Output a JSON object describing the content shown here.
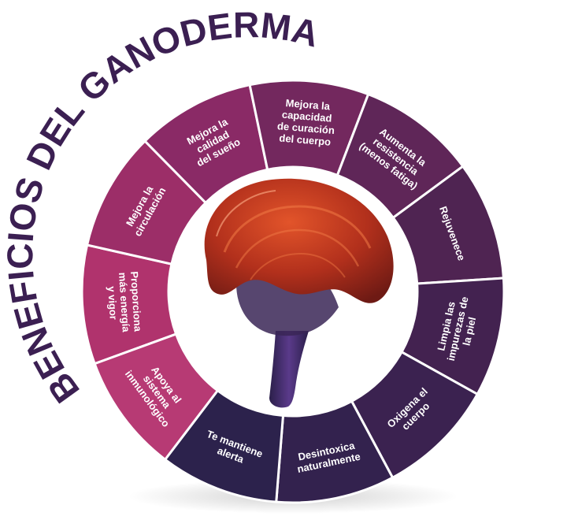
{
  "title": "BENEFICIOS DEL GANODERMA",
  "colors": {
    "title": "#3b1f52",
    "ring_inner": "#ffffff",
    "divider": "#ffffff"
  },
  "image": {
    "icon": "ganoderma-mushroom-icon"
  },
  "segments": [
    {
      "lines": [
        "Proporciona",
        "más energía",
        "y vigor"
      ],
      "color": "#b0336d"
    },
    {
      "lines": [
        "Mejora la",
        "circulación"
      ],
      "color": "#9c2e68"
    },
    {
      "lines": [
        "Mejora la",
        "calidad",
        "del sueño"
      ],
      "color": "#8a2a66"
    },
    {
      "lines": [
        "Mejora la",
        "capacidad",
        "de curación",
        "del cuerpo"
      ],
      "color": "#73285e"
    },
    {
      "lines": [
        "Aumenta la",
        "resistencia",
        "(menos fatiga)"
      ],
      "color": "#5f2658"
    },
    {
      "lines": [
        "Rejuvenece"
      ],
      "color": "#4f2452"
    },
    {
      "lines": [
        "Limpia las",
        "impurezas de",
        "la piel"
      ],
      "color": "#432250"
    },
    {
      "lines": [
        "Oxigena el",
        "cuerpo"
      ],
      "color": "#3b2250"
    },
    {
      "lines": [
        "Desintoxica",
        "naturalmente"
      ],
      "color": "#33224e"
    },
    {
      "lines": [
        "Te mantiene",
        "alerta"
      ],
      "color": "#2c224c"
    },
    {
      "lines": [
        "Apoya al",
        "sistema",
        "inmunológico"
      ],
      "color": "#b73a74"
    }
  ]
}
